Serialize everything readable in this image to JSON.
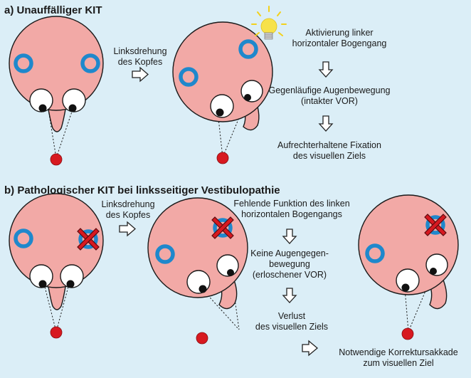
{
  "section_a": {
    "title": "a) Unauffälliger KIT",
    "turn_label": [
      "Linksdrehung",
      "des Kopfes"
    ],
    "step1": [
      "Aktivierung linker",
      "horizontaler Bogengang"
    ],
    "step2": [
      "Gegenläufige Augenbewegung",
      "(intakter VOR)"
    ],
    "step3": [
      "Aufrechterhaltene Fixation",
      "des visuellen Ziels"
    ]
  },
  "section_b": {
    "title": "b) Pathologischer KIT bei linksseitiger Vestibulopathie",
    "turn_label": [
      "Linksdrehung",
      "des Kopfes"
    ],
    "step1": [
      "Fehlende Funktion des linken",
      "horizontalen Bogengangs"
    ],
    "step2": [
      "Keine Augengegen-",
      "bewegung",
      "(erloschener VOR)"
    ],
    "step3": [
      "Verlust",
      "des visuellen Ziels"
    ],
    "step4": [
      "Notwendige Korrektursakkade",
      "zum visuellen Ziel"
    ]
  },
  "colors": {
    "background": "#dbeef7",
    "head": "#f2a9a6",
    "canal": "#1f88cc",
    "target": "#d71920",
    "bulb": "#f7e24a"
  }
}
